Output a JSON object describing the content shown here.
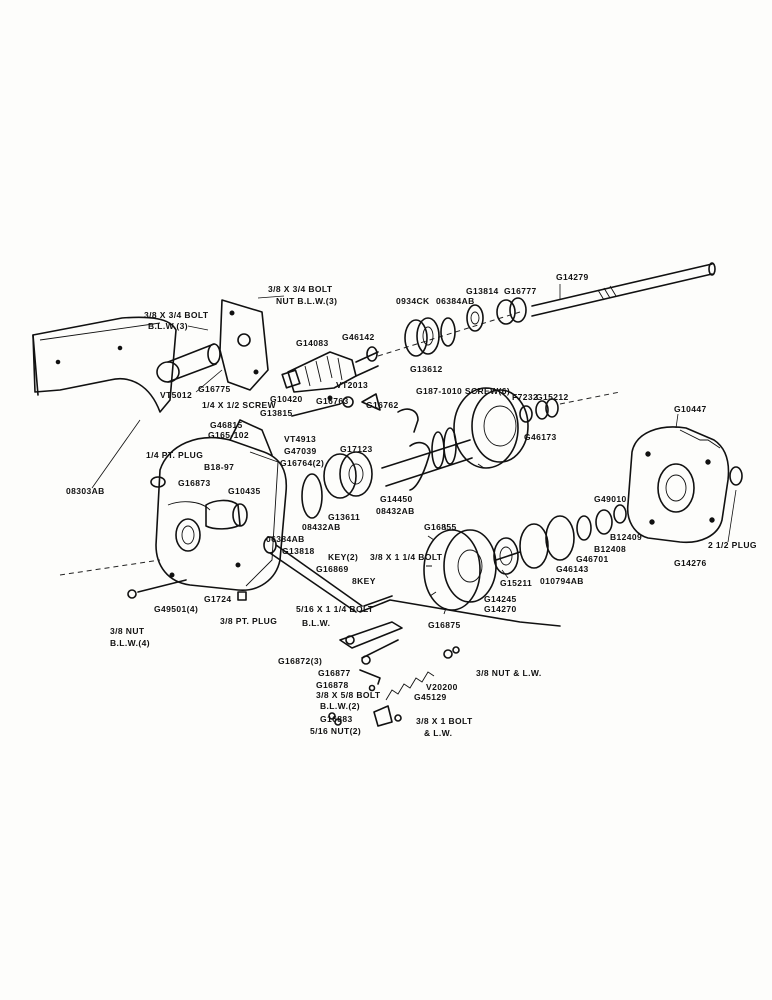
{
  "labels": {
    "p08303ab": "08303AB",
    "vt5012": "VT5012",
    "g16775": "G16775",
    "bolt_a": "3/8 X 3/4 BOLT",
    "nut_blw3": "NUT B.L.W.(3)",
    "bolt_b": "3/8 X 3/4 BOLT",
    "blw3": "B.L.W.(3)",
    "g14083": "G14083",
    "g46142": "G46142",
    "g0934ck": "0934CK",
    "p06384ab_top": "06384AB",
    "g13814": "G13814",
    "g16777": "G16777",
    "g14279": "G14279",
    "g13612": "G13612",
    "g10420": "G10420",
    "vt2013": "VT2013",
    "screw_quarter": "1/4 X 1/2 SCREW",
    "g13815": "G13815",
    "g16763": "G16763",
    "g16762": "G16762",
    "g187_1010": "G187-1010 SCREW(6)",
    "f7232": "F7232",
    "g15212": "G15212",
    "g46173": "G46173",
    "g10447": "G10447",
    "g46815": "G46815",
    "g165_102": "G165-102",
    "vt4913": "VT4913",
    "g47039": "G47039",
    "g17123": "G17123",
    "g16764": "G16764(2)",
    "pt_plug_quarter": "1/4 PT. PLUG",
    "b18_97": "B18-97",
    "g16873": "G16873",
    "g10435": "G10435",
    "g14450": "G14450",
    "p08432ab_a": "08432AB",
    "p08432ab_b": "08432AB",
    "g13611": "G13611",
    "p06384ab_mid": "06384AB",
    "g16855": "G16855",
    "g49010": "G49010",
    "b12409": "B12409",
    "b12408": "B12408",
    "g46701": "G46701",
    "g46143": "G46143",
    "p010794ab": "010794AB",
    "g15211": "G15211",
    "g14276": "G14276",
    "plug_2half": "2 1/2 PLUG",
    "g13818": "G13818",
    "key2": "KEY(2)",
    "bolt_c": "3/8 X 1 1/4 BOLT",
    "g16869": "G16869",
    "key_8": "8KEY",
    "g1724": "G1724",
    "g49501": "G49501(4)",
    "pt_plug_3_8": "3/8 PT. PLUG",
    "nut_left": "3/8 NUT",
    "blw4": "B.L.W.(4)",
    "bolt_d": "5/16 X 1 1/4 BOLT",
    "blw_d": "B.L.W.",
    "g14245": "G14245",
    "g14270": "G14270",
    "g16875": "G16875",
    "g16872": "G16872(3)",
    "g16877": "G16877",
    "g16878": "G16878",
    "bolt_e": "3/8 X 5/8 BOLT",
    "blw2": "B.L.W.(2)",
    "g45129": "G45129",
    "nut_blw_r": "3/8 NUT & L.W.",
    "v20200": "V20200",
    "g16883": "G16883",
    "nut2": "5/16 NUT(2)",
    "bolt_f": "3/8 X 1 BOLT",
    "blw_f": "& L.W."
  }
}
